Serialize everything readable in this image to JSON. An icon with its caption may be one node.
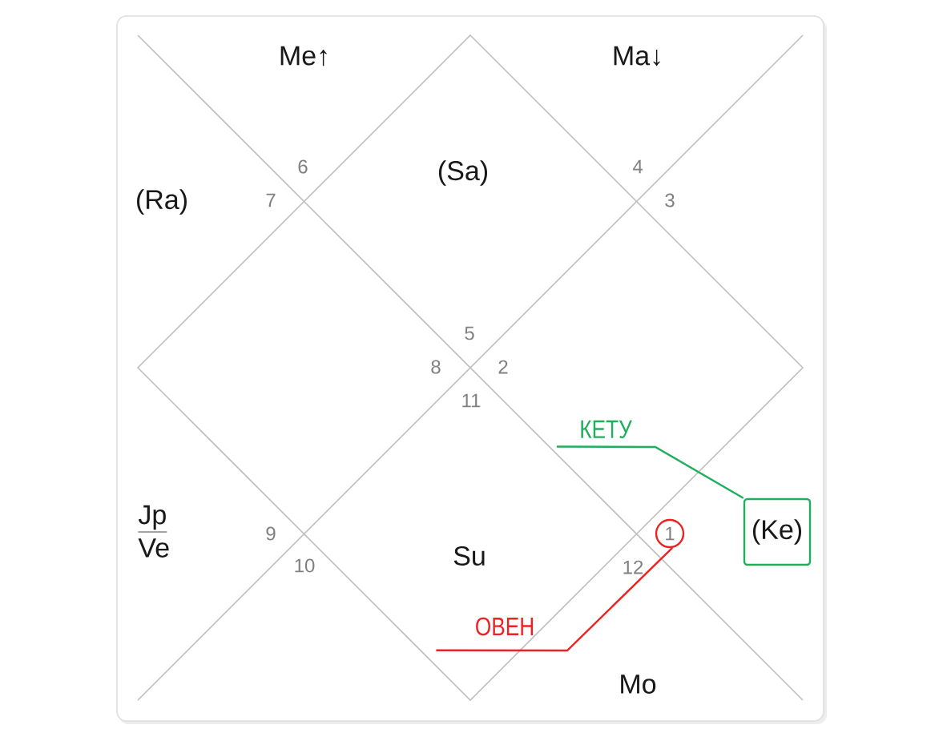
{
  "diagram": {
    "nodes": [
      {
        "text": [
          "КЕТУ"
        ]
      },
      {
        "text": [
          "(Ke)"
        ]
      },
      {
        "text": [
          "1"
        ]
      },
      {
        "text": [
          "ОВЕН"
        ]
      }
    ],
    "edges": [
      {
        "from": 0,
        "to": 1,
        "arrow": "none",
        "color": "#1fae5b"
      },
      {
        "from": 3,
        "to": 2,
        "arrow": "none",
        "color": "#ee2222"
      }
    ],
    "labels": [
      "Me↑",
      "Ma↓",
      "6",
      "4",
      "(Sa)",
      "(Ra)",
      "7",
      "3",
      "5",
      "8",
      "2",
      "11",
      "Jp",
      "9",
      "Ve",
      "Su",
      "10",
      "12",
      "Mo"
    ]
  }
}
